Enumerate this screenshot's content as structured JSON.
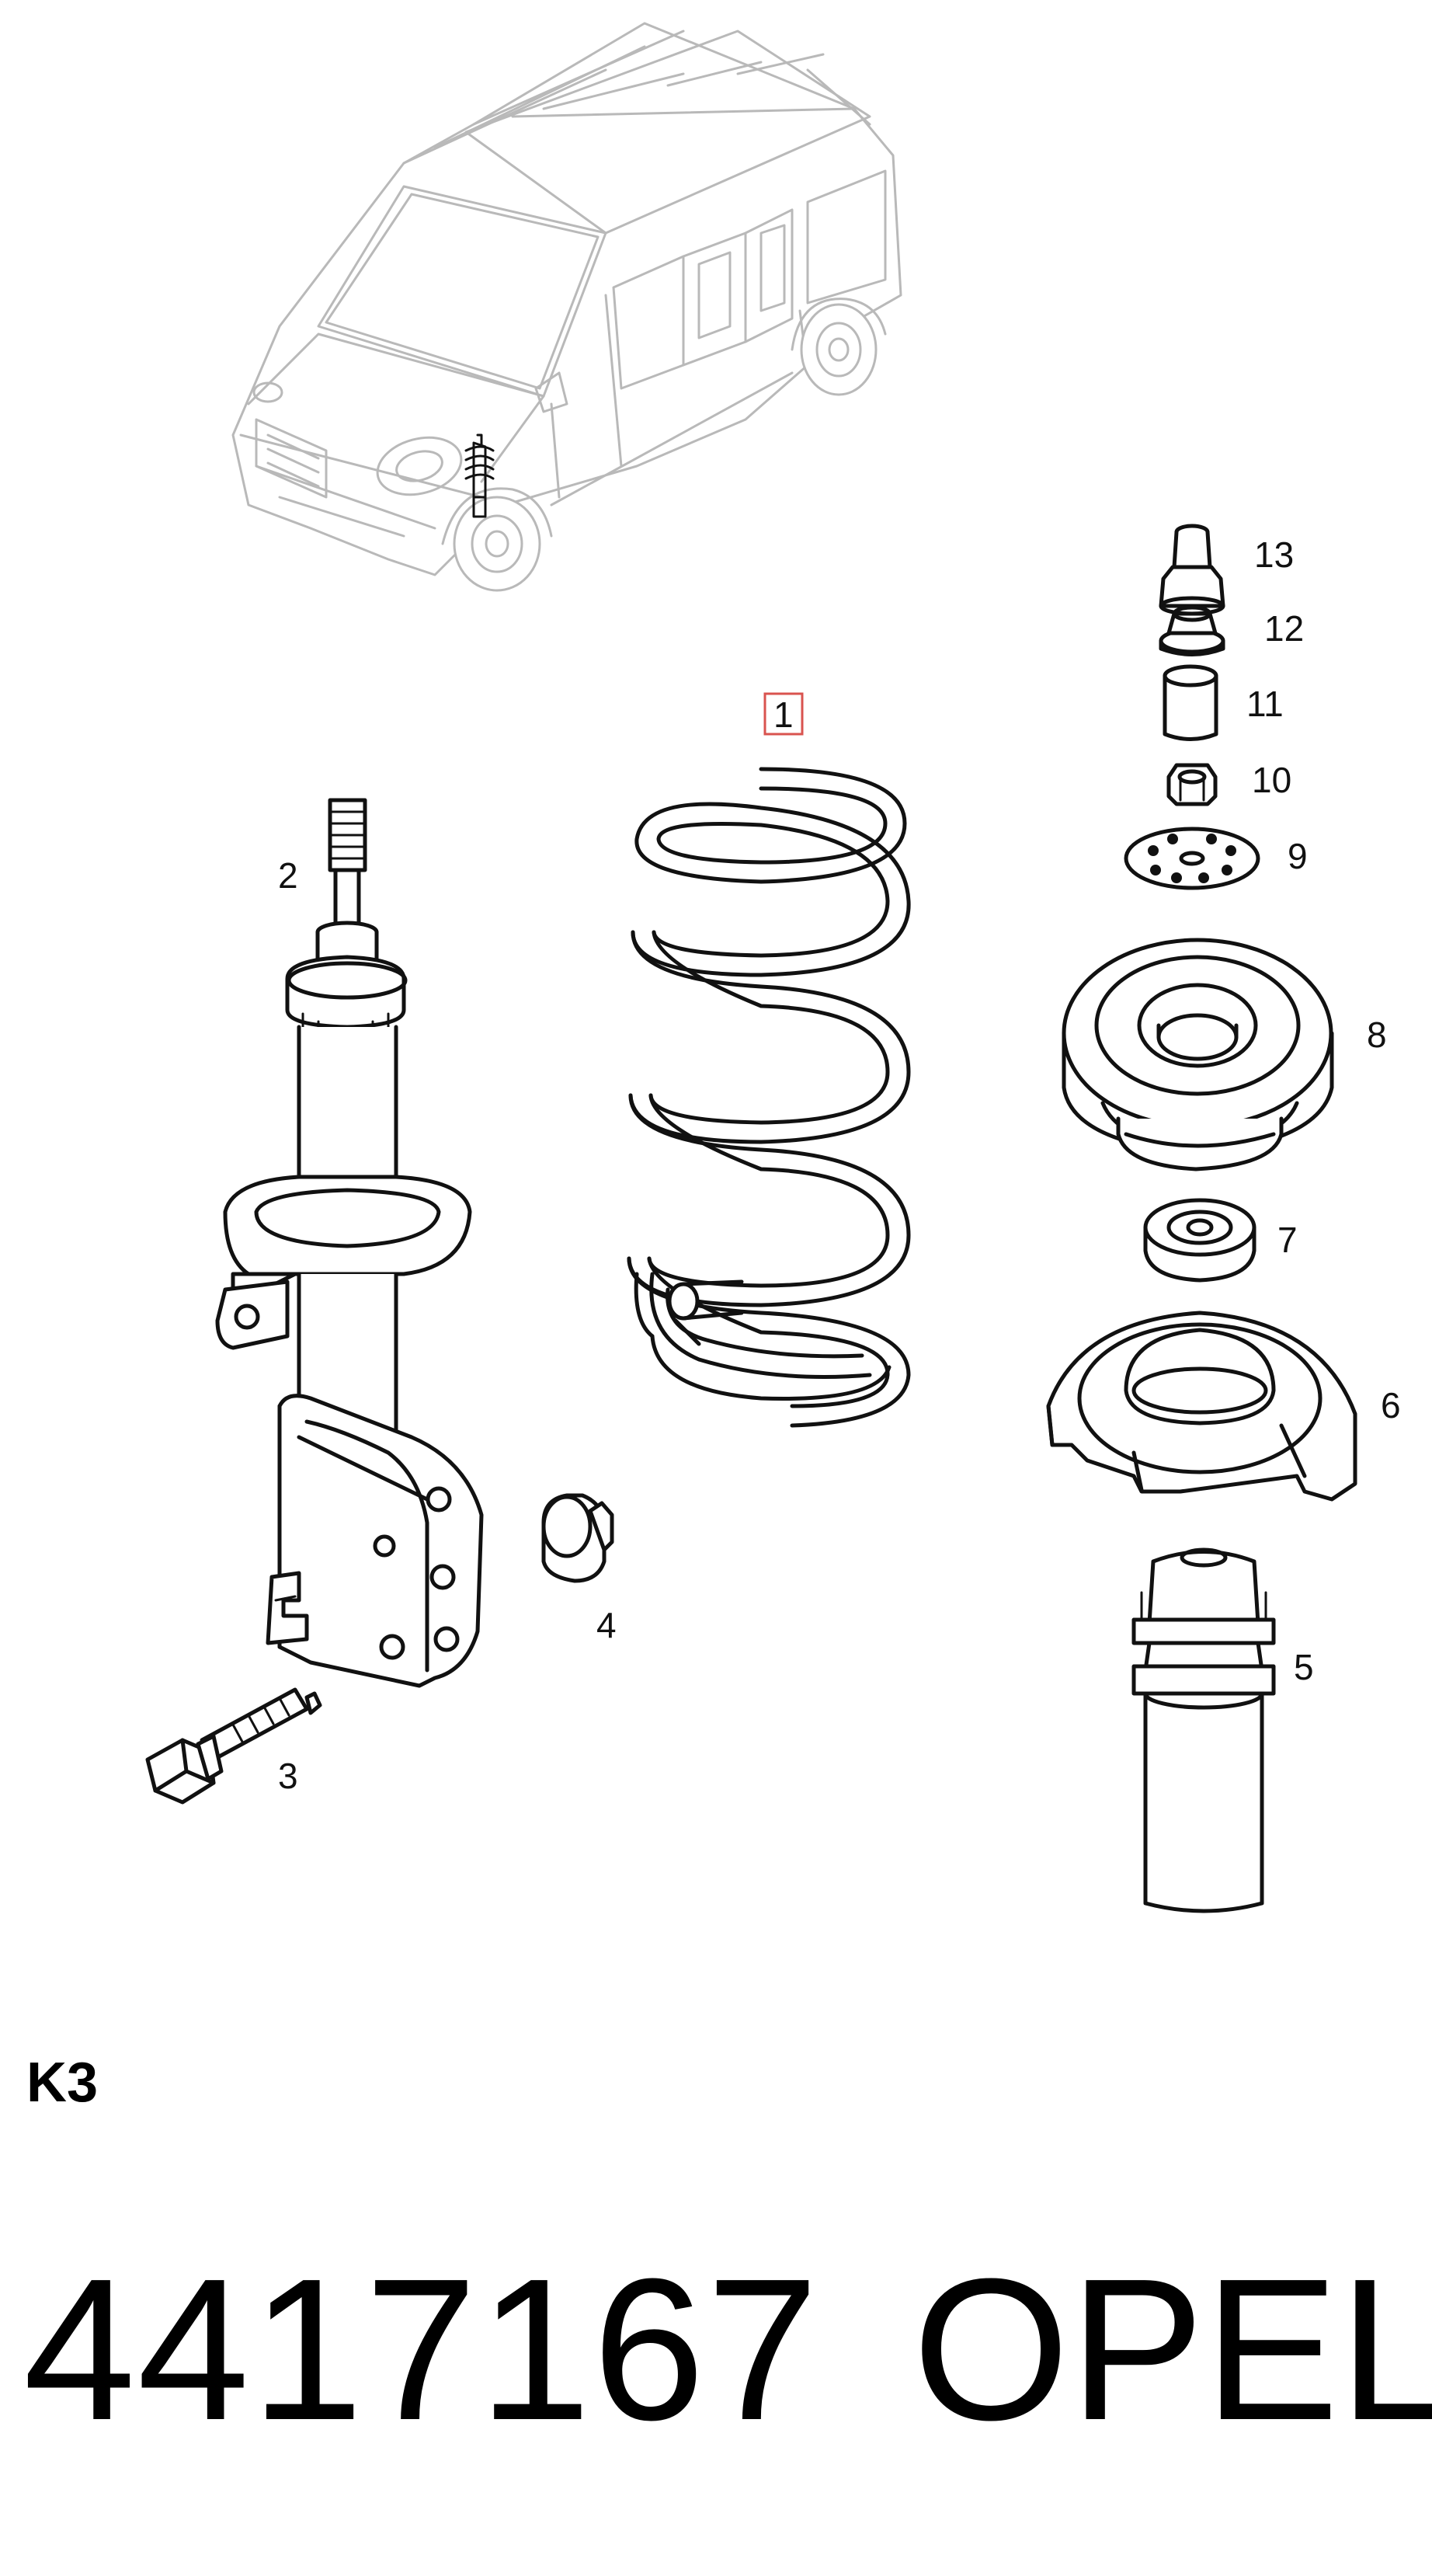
{
  "section_code": "K3",
  "part_number": "4417167",
  "brand": "OPEL",
  "highlighted_callout": "1",
  "highlight_color": "#d9534f",
  "callouts": [
    {
      "id": "callout-1",
      "label": "1",
      "part": "coil-spring"
    },
    {
      "id": "callout-2",
      "label": "2",
      "part": "shock-absorber-strut"
    },
    {
      "id": "callout-3",
      "label": "3",
      "part": "bolt"
    },
    {
      "id": "callout-4",
      "label": "4",
      "part": "nut"
    },
    {
      "id": "callout-5",
      "label": "5",
      "part": "bump-stop"
    },
    {
      "id": "callout-6",
      "label": "6",
      "part": "spring-seat"
    },
    {
      "id": "callout-7",
      "label": "7",
      "part": "bearing"
    },
    {
      "id": "callout-8",
      "label": "8",
      "part": "strut-mount"
    },
    {
      "id": "callout-9",
      "label": "9",
      "part": "washer"
    },
    {
      "id": "callout-10",
      "label": "10",
      "part": "hex-nut"
    },
    {
      "id": "callout-11",
      "label": "11",
      "part": "spacer-sleeve"
    },
    {
      "id": "callout-12",
      "label": "12",
      "part": "flange-nut"
    },
    {
      "id": "callout-13",
      "label": "13",
      "part": "cap"
    }
  ]
}
